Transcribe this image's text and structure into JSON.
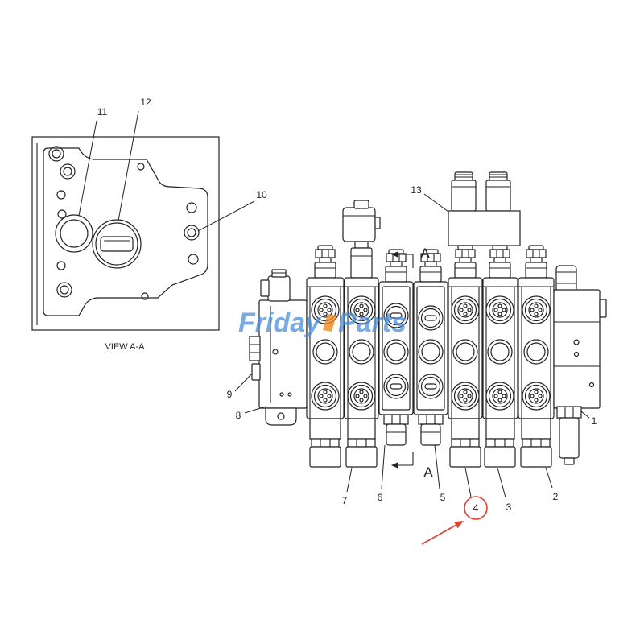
{
  "diagram": {
    "inset_caption": "VIEW A-A",
    "section_marker": "A"
  },
  "callouts": {
    "n1": "1",
    "n2": "2",
    "n3": "3",
    "n4": "4",
    "n5": "5",
    "n6": "6",
    "n7": "7",
    "n8": "8",
    "n9": "9",
    "n10": "10",
    "n11": "11",
    "n12": "12",
    "n13": "13"
  },
  "watermark": {
    "left": "Friday",
    "right": "Parts"
  },
  "colors": {
    "line": "#222222",
    "highlight": "#d64533",
    "watermark": "#4a90d9"
  }
}
